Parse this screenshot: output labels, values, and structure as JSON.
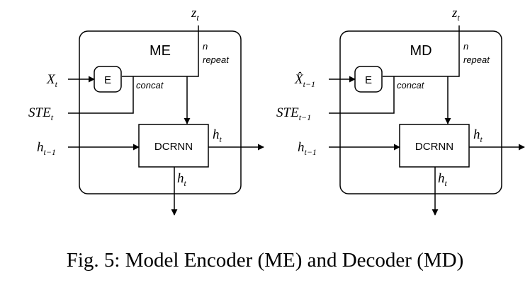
{
  "caption": "Fig. 5: Model Encoder (ME) and Decoder (MD)",
  "blocks": [
    {
      "title": "ME",
      "embed_label": "E",
      "cell_label": "DCRNN",
      "concat_label": "concat",
      "repeat_n": "n",
      "repeat_label": "repeat",
      "input_top": {
        "base": "z",
        "sub": "t"
      },
      "input_x": {
        "base": "X",
        "sub": "t"
      },
      "input_ste": {
        "base": "STE",
        "sub": "t"
      },
      "input_h": {
        "base": "h",
        "sub": "t−1"
      },
      "output_right": {
        "base": "h",
        "sub": "t"
      },
      "output_down": {
        "base": "h",
        "sub": "t"
      }
    },
    {
      "title": "MD",
      "embed_label": "E",
      "cell_label": "DCRNN",
      "concat_label": "concat",
      "repeat_n": "n",
      "repeat_label": "repeat",
      "input_top": {
        "base": "z",
        "sub": "t"
      },
      "input_x": {
        "base": "X̂",
        "sub": "t−1"
      },
      "input_ste": {
        "base": "STE",
        "sub": "t−1"
      },
      "input_h": {
        "base": "h",
        "sub": "t−1"
      },
      "output_right": {
        "base": "h",
        "sub": "t"
      },
      "output_down": {
        "base": "h",
        "sub": "t"
      }
    }
  ]
}
